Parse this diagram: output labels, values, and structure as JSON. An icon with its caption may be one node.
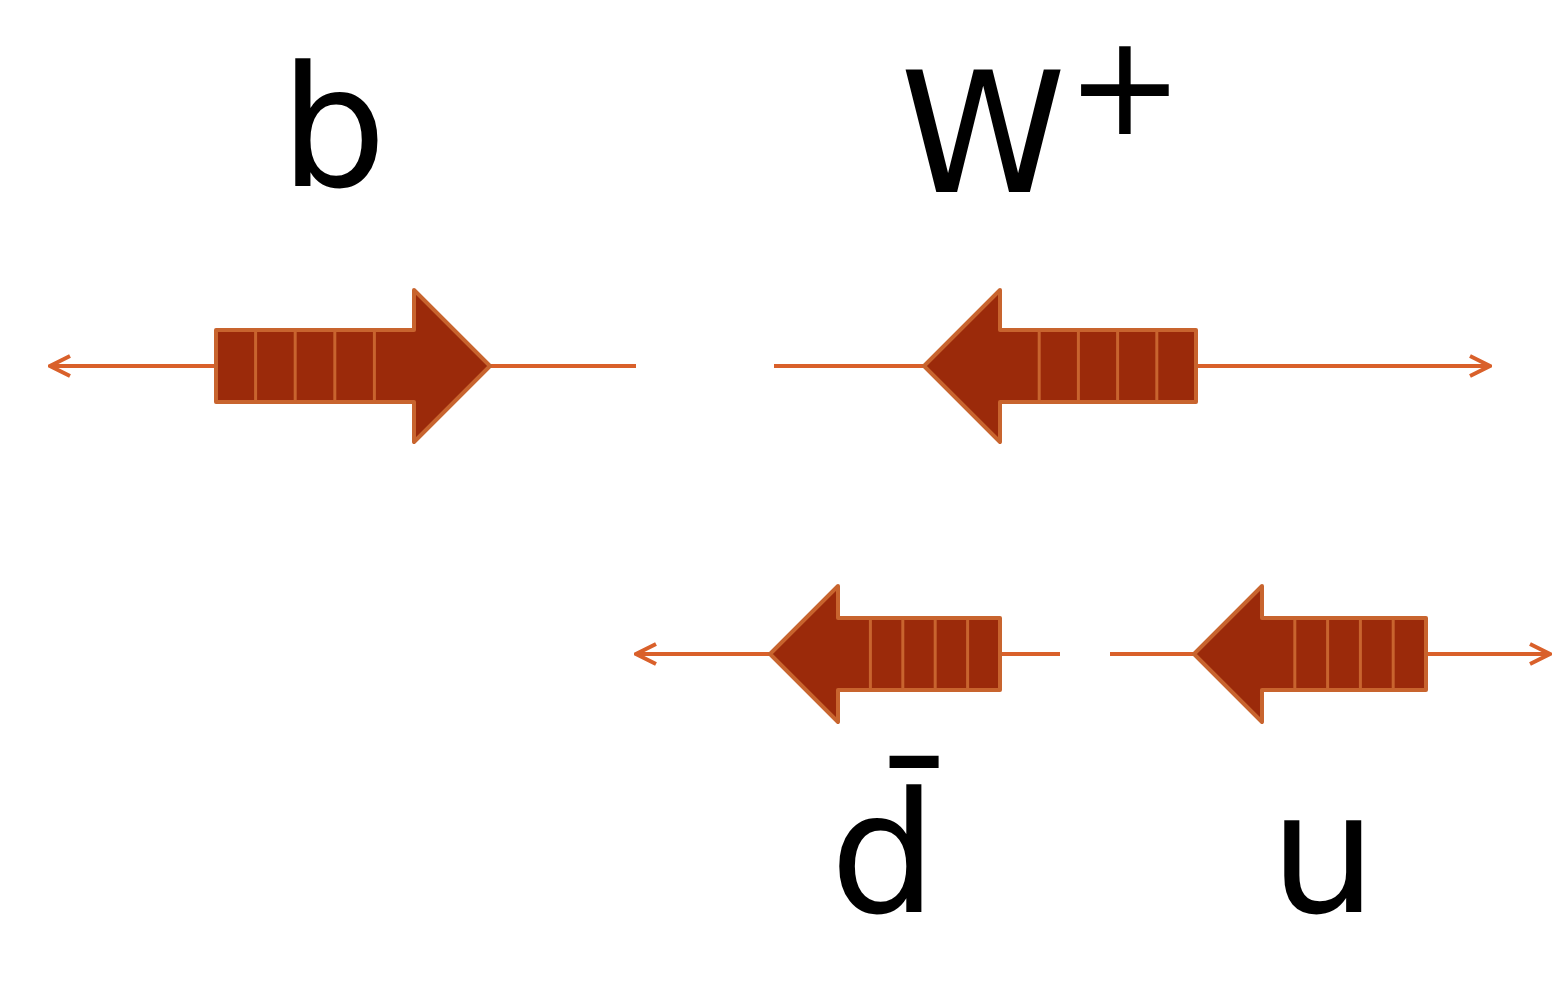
{
  "diagram": {
    "labels": [
      "b",
      "W$^{+}$",
      "d̄",
      "u"
    ]
  }
}
